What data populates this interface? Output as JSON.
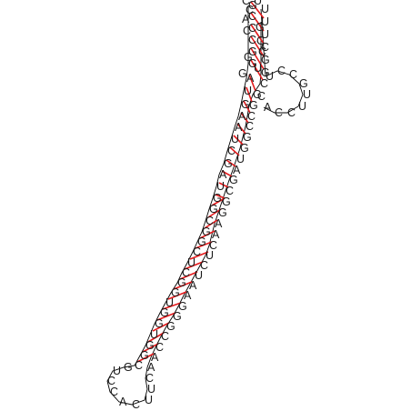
{
  "colors": {
    "background": "#ffffff",
    "nucleotide_text": "#1a1a1a",
    "backbone": "#000000",
    "base_pair_bond": "#e41a1c"
  },
  "structure": {
    "nucleotides": [
      "G",
      "C",
      "C",
      "C",
      "G",
      "G",
      "A",
      "U",
      "G",
      "A",
      "A",
      "U",
      "C",
      "G",
      "A",
      "U",
      "G",
      "G",
      "C",
      "G",
      "G",
      "C",
      "U",
      "C",
      "G",
      "G",
      "U",
      "G",
      "G",
      "U",
      "G",
      "G",
      "C",
      "G",
      "U",
      "C",
      "C",
      "A",
      "C",
      "U",
      "U",
      "C",
      "A",
      "A",
      "C",
      "C",
      "G",
      "G",
      "G",
      "A",
      "A",
      "U",
      "C",
      "U",
      "C",
      "A",
      "A",
      "G",
      "G",
      "C",
      "G",
      "A",
      "U",
      "G",
      "G",
      "C",
      "C",
      "G",
      "G",
      "C",
      "G",
      "G",
      "C",
      "U",
      "U",
      "U",
      "U",
      "C",
      "C",
      "G",
      "U",
      "U",
      "C",
      "C",
      "A",
      "C",
      "C",
      "U",
      "C",
      "A",
      "C",
      "G",
      "U",
      "G",
      "C",
      "C",
      "G",
      "G",
      "G",
      "U"
    ]
  }
}
